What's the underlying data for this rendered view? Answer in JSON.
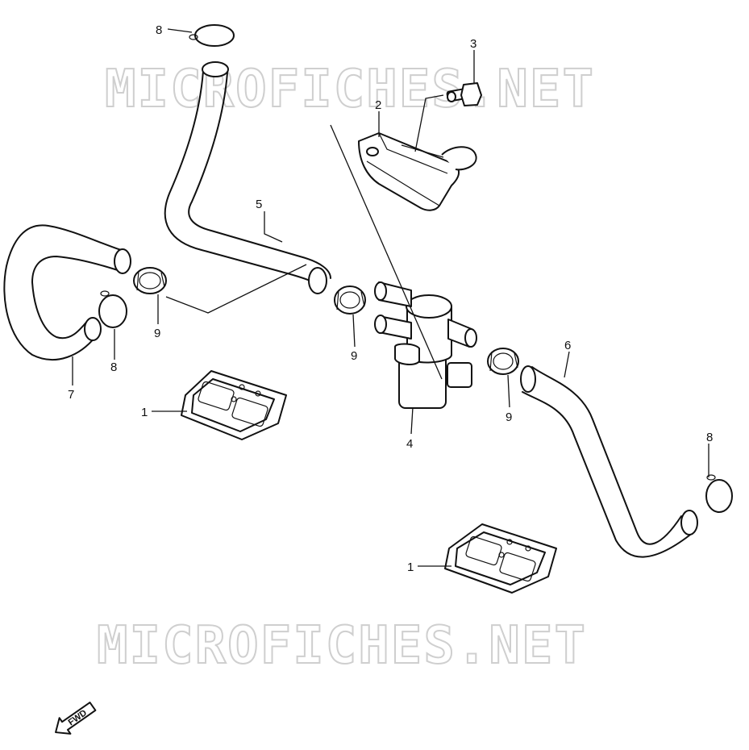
{
  "watermark": {
    "text": "MICROFICHES.NET"
  },
  "direction_label": "FWD",
  "callouts": {
    "c1a": "1",
    "c1b": "1",
    "c2": "2",
    "c3": "3",
    "c4": "4",
    "c5": "5",
    "c6": "6",
    "c7": "7",
    "c8a": "8",
    "c8b": "8",
    "c8c": "8",
    "c9a": "9",
    "c9b": "9",
    "c9c": "9"
  }
}
